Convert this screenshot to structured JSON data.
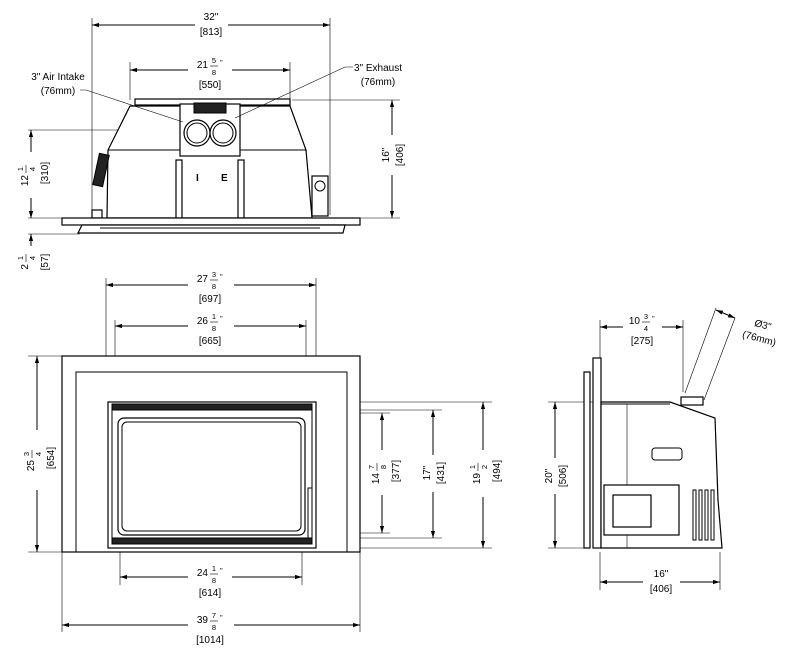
{
  "title": "Fireplace insert dimension drawing",
  "top_view": {
    "overall_width": {
      "whole": "32",
      "mm": "[813]"
    },
    "rim_width": {
      "whole": "21",
      "num": "5",
      "den": "8",
      "mm": "[550]"
    },
    "height": {
      "whole": "16",
      "mm": "[406]"
    },
    "vent_height": {
      "whole": "12",
      "num": "1",
      "den": "4",
      "mm": "[310]"
    },
    "flange": {
      "whole": "2",
      "num": "1",
      "den": "4",
      "mm": "[57]"
    },
    "air_intake": {
      "label": "3\" Air Intake",
      "mm": "(76mm)"
    },
    "exhaust": {
      "label": "3\" Exhaust",
      "mm": "(76mm)"
    },
    "collar_marks": {
      "intake": "I",
      "exhaust": "E"
    }
  },
  "front_view": {
    "door_outer_width": {
      "whole": "27",
      "num": "3",
      "den": "8",
      "mm": "[697]"
    },
    "door_inner_width": {
      "whole": "26",
      "num": "1",
      "den": "8",
      "mm": "[665]"
    },
    "surround_height": {
      "whole": "25",
      "num": "3",
      "den": "4",
      "mm": "[654]"
    },
    "glass_height": {
      "whole": "14",
      "num": "7",
      "den": "8",
      "mm": "[377]"
    },
    "opening_height": {
      "whole": "17",
      "mm": "[431]"
    },
    "door_height": {
      "whole": "19",
      "num": "1",
      "den": "2",
      "mm": "[494]"
    },
    "glass_width": {
      "whole": "24",
      "num": "1",
      "den": "8",
      "mm": "[614]"
    },
    "surround_width": {
      "whole": "39",
      "num": "7",
      "den": "8",
      "mm": "[1014]"
    }
  },
  "side_view": {
    "flue_offset": {
      "whole": "10",
      "num": "3",
      "den": "4",
      "mm": "[275]"
    },
    "flue_diameter": {
      "label": "Ø3\"",
      "mm": "(76mm)"
    },
    "height": {
      "whole": "20",
      "mm": "[506]"
    },
    "depth": {
      "whole": "16",
      "mm": "[406]"
    }
  }
}
